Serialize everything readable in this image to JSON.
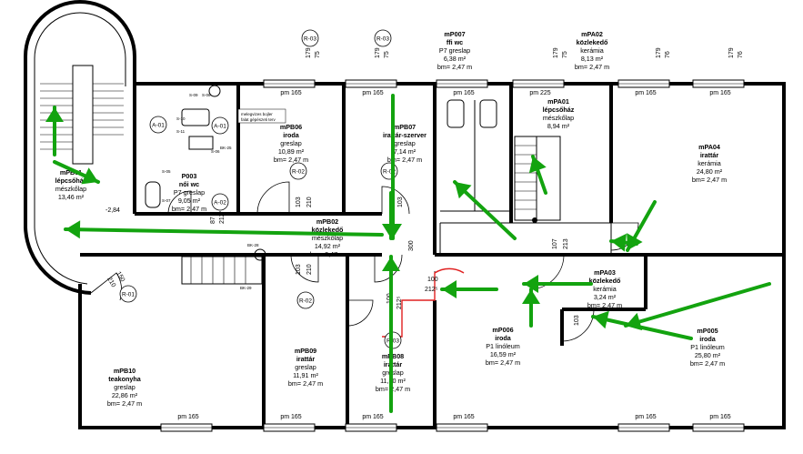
{
  "rooms": [
    {
      "id": "mPB01",
      "lines": [
        "mPB01",
        "lépcsőház",
        "mészkőlap",
        "13,46 m²"
      ]
    },
    {
      "id": "P003",
      "lines": [
        "P003",
        "női wc",
        "P7 greslap",
        "9,05 m²",
        "bm= 2,47 m"
      ]
    },
    {
      "id": "mPB06",
      "lines": [
        "mPB06",
        "iroda",
        "greslap",
        "10,89 m²",
        "bm= 2,47 m"
      ]
    },
    {
      "id": "mPB07",
      "lines": [
        "mPB07",
        "irattár-szerver",
        "greslap",
        "7,14 m²",
        "bm= 2,47 m"
      ]
    },
    {
      "id": "mP007",
      "lines": [
        "mP007",
        "ffi wc",
        "P7 greslap",
        "6,38 m²",
        "bm= 2,47 m"
      ]
    },
    {
      "id": "mPA02",
      "lines": [
        "mPA02",
        "közlekedő",
        "kerámia",
        "8,13 m²",
        "bm= 2,47 m"
      ]
    },
    {
      "id": "mPA01",
      "lines": [
        "mPA01",
        "lépcsőház",
        "mészkőlap",
        "8,94 m²"
      ]
    },
    {
      "id": "mPA04",
      "lines": [
        "mPA04",
        "irattár",
        "kerámia",
        "24,80 m²",
        "bm= 2,47 m"
      ]
    },
    {
      "id": "mPB02",
      "lines": [
        "mPB02",
        "közlekedő",
        "mészkőlap",
        "14,92 m²",
        "bm= 2,47 m"
      ]
    },
    {
      "id": "mPA03",
      "lines": [
        "mPA03",
        "közlekedő",
        "kerámia",
        "3,24 m²",
        "bm= 2,47 m"
      ]
    },
    {
      "id": "mP006",
      "lines": [
        "mP006",
        "iroda",
        "P1 linóleum",
        "16,59 m²",
        "bm= 2,47 m"
      ]
    },
    {
      "id": "mP005",
      "lines": [
        "mP005",
        "iroda",
        "P1 linóleum",
        "25,80 m²",
        "bm= 2,47 m"
      ]
    },
    {
      "id": "mPB10",
      "lines": [
        "mPB10",
        "teakonyha",
        "greslap",
        "22,86 m²",
        "bm= 2,47 m"
      ]
    },
    {
      "id": "mPB09",
      "lines": [
        "mPB09",
        "irattár",
        "greslap",
        "11,91 m²",
        "bm= 2,47 m"
      ]
    },
    {
      "id": "mPB08",
      "lines": [
        "mPB08",
        "irattár",
        "greslap",
        "11,30 m²",
        "bm= 2,47 m"
      ]
    }
  ],
  "door_tags": [
    "A-01",
    "A-02",
    "R-02",
    "R-02",
    "R-02",
    "R-01",
    "R-03",
    "R-03",
    "R-03",
    "A-01"
  ],
  "window_label": "pm 165",
  "window_label_alt": "pm 225",
  "dims": {
    "d179": "179",
    "d75": "75",
    "d76": "76",
    "d210": "210",
    "d103": "103",
    "d107": "107",
    "d213": "213",
    "d100": "100",
    "d212": "212°",
    "d87": "87",
    "d150": "150",
    "d284": "-2,84",
    "d300": "300",
    "d2125": "212⁵"
  },
  "equipment": {
    "boiler_note_1": "melegvizes bojler",
    "boiler_note_2": "falat gépészeti terv",
    "s09": "S-09",
    "s08": "S-08",
    "s10": "S-10",
    "s11": "S-11",
    "s05": "S-05",
    "s06": "S-06",
    "s07": "S-07",
    "bk25": "BK-25",
    "bk28": "BK-28",
    "bk29": "BK-29"
  },
  "colors": {
    "arrow": "#13a30f",
    "wall": "#000000",
    "highlight": "#e02020"
  }
}
